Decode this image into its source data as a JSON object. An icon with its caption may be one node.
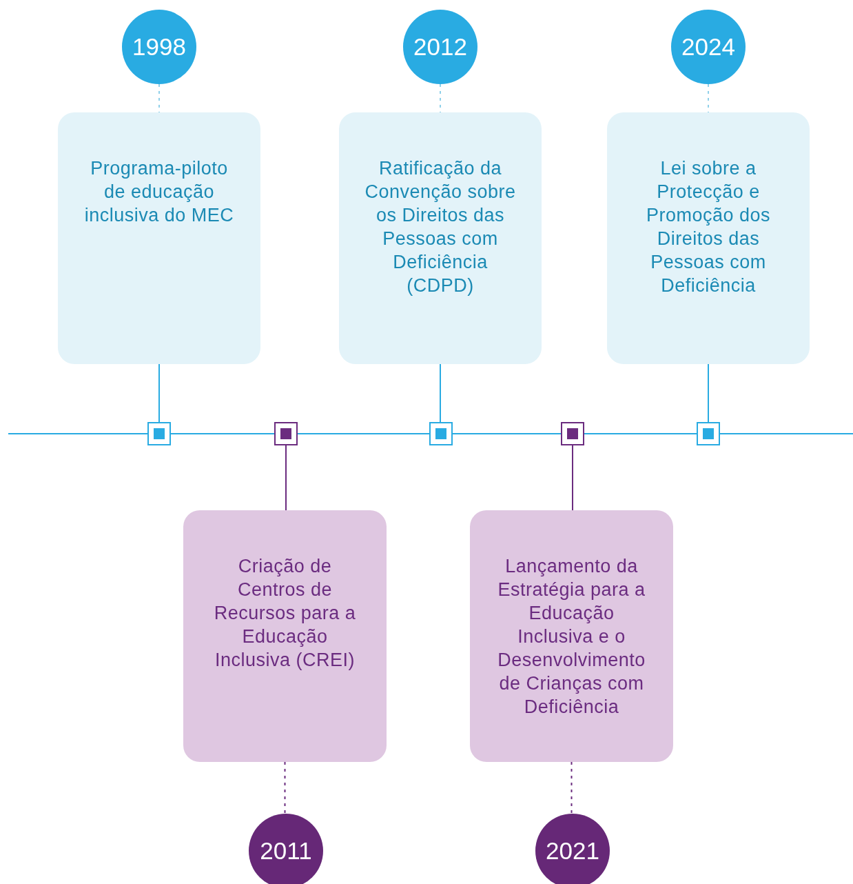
{
  "diagram": {
    "nodes": [
      {
        "text": [
          "1998"
        ]
      },
      {
        "text": [
          "2012"
        ]
      },
      {
        "text": [
          "2024"
        ]
      },
      {
        "text": [
          "Programa-piloto de educação inclusiva do MEC"
        ]
      },
      {
        "text": [
          "Ratificação da Convenção sobre os Direitos das Pessoas com Deficiência (CDPD)"
        ]
      },
      {
        "text": [
          "Lei sobre a Protecção e Promoção dos Direitos das Pessoas com Deficiência"
        ]
      },
      {
        "text": [],
        "shape": "box"
      },
      {
        "text": [],
        "shape": "box"
      },
      {
        "text": [],
        "shape": "box"
      },
      {
        "text": [],
        "shape": "box"
      },
      {
        "text": [],
        "shape": "box"
      },
      {
        "text": [
          "Criação de Centros de Recursos para a Educação Inclusiva (CREI)"
        ]
      },
      {
        "text": [
          "Lançamento da Estratégia para a Educação Inclusiva e o Desenvolvimento de Crianças com Deficiência"
        ]
      },
      {
        "text": [
          "2011"
        ]
      },
      {
        "text": [
          "2021"
        ]
      }
    ],
    "edges": [
      {
        "from": 0,
        "to": 3,
        "arrow": "none",
        "style": "dashed",
        "color": "#8fd0ea"
      },
      {
        "from": 3,
        "to": 6,
        "arrow": "none",
        "color": "#29abe2"
      },
      {
        "from": 1,
        "to": 4,
        "arrow": "none",
        "style": "dashed",
        "color": "#8fd0ea"
      },
      {
        "from": 4,
        "to": 8,
        "arrow": "none",
        "color": "#29abe2"
      },
      {
        "from": 2,
        "to": 5,
        "arrow": "none",
        "style": "dashed",
        "color": "#8fd0ea"
      },
      {
        "from": 5,
        "to": 10,
        "arrow": "none",
        "color": "#29abe2"
      },
      {
        "from": 7,
        "to": 11,
        "arrow": "none",
        "color": "#6b2c7f"
      },
      {
        "from": 11,
        "to": 13,
        "arrow": "none",
        "style": "dashed",
        "color": "#6b2c7f"
      },
      {
        "from": 9,
        "to": 12,
        "arrow": "none",
        "color": "#6b2c7f"
      },
      {
        "from": 12,
        "to": 14,
        "arrow": "none",
        "style": "dashed",
        "color": "#6b2c7f"
      }
    ]
  }
}
